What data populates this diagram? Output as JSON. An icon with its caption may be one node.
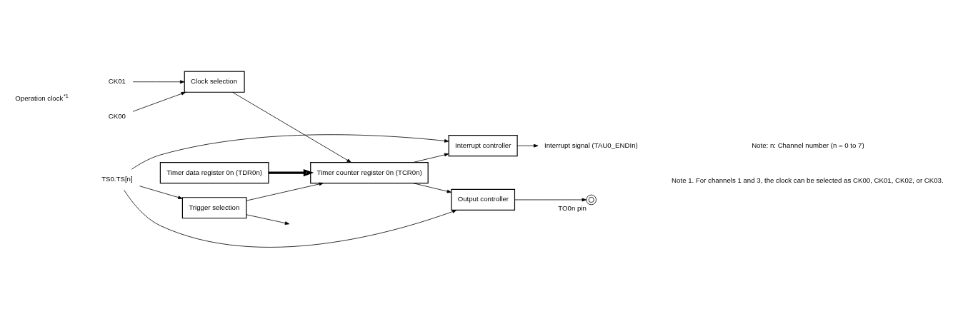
{
  "diagram": {
    "nodes": [
      {
        "text": [
          "CK01"
        ]
      },
      {
        "text": [
          "CK00"
        ]
      },
      {
        "text": [
          "Clock selection"
        ]
      },
      {
        "text": [
          "TS0.TS[n]"
        ]
      },
      {
        "text": [
          "Trigger selection"
        ]
      },
      {
        "text": [
          "Timer counter register 0n (TCR0n)"
        ]
      },
      {
        "text": [
          "Timer data register 0n (TDR0n)"
        ]
      },
      {
        "text": [
          "Output controller"
        ]
      },
      {
        "text": [
          "Interrupt controller"
        ]
      },
      {
        "text": [],
        "shape": "circle",
        "beside": [
          "TO0n pin"
        ]
      },
      {
        "text": [
          "Interrupt signal (TAU0_ENDIn)"
        ]
      }
    ],
    "edges": [
      {
        "from": 0,
        "to": 2,
        "arrow": "to"
      },
      {
        "from": 1,
        "to": 2,
        "arrow": "to"
      },
      {
        "from": 3,
        "to": 4,
        "arrow": "to"
      },
      {
        "from": 2,
        "to": 5,
        "arrow": "to"
      },
      {
        "from": 4,
        "to": 5,
        "arrow": "to"
      },
      {
        "from": 4,
        "to": null,
        "arrow": "to"
      },
      {
        "from": 6,
        "to": 5,
        "arrow": "to",
        "style": "thick"
      },
      {
        "from": 5,
        "to": 7,
        "arrow": "to"
      },
      {
        "from": 5,
        "to": 8,
        "arrow": "to"
      },
      {
        "from": 3,
        "to": 7,
        "arrow": "to"
      },
      {
        "from": 3,
        "to": 8,
        "arrow": "to"
      },
      {
        "from": 7,
        "to": 9,
        "arrow": "to"
      },
      {
        "from": 8,
        "to": 10,
        "arrow": "to"
      }
    ],
    "labels": [
      "Operation clock$^{*1}$",
      "Note: n: Channel number (n = 0 to 7)",
      "Note 1. For channels 1 and 3, the clock can be selected as CK00, CK01, CK02, or CK03."
    ]
  }
}
